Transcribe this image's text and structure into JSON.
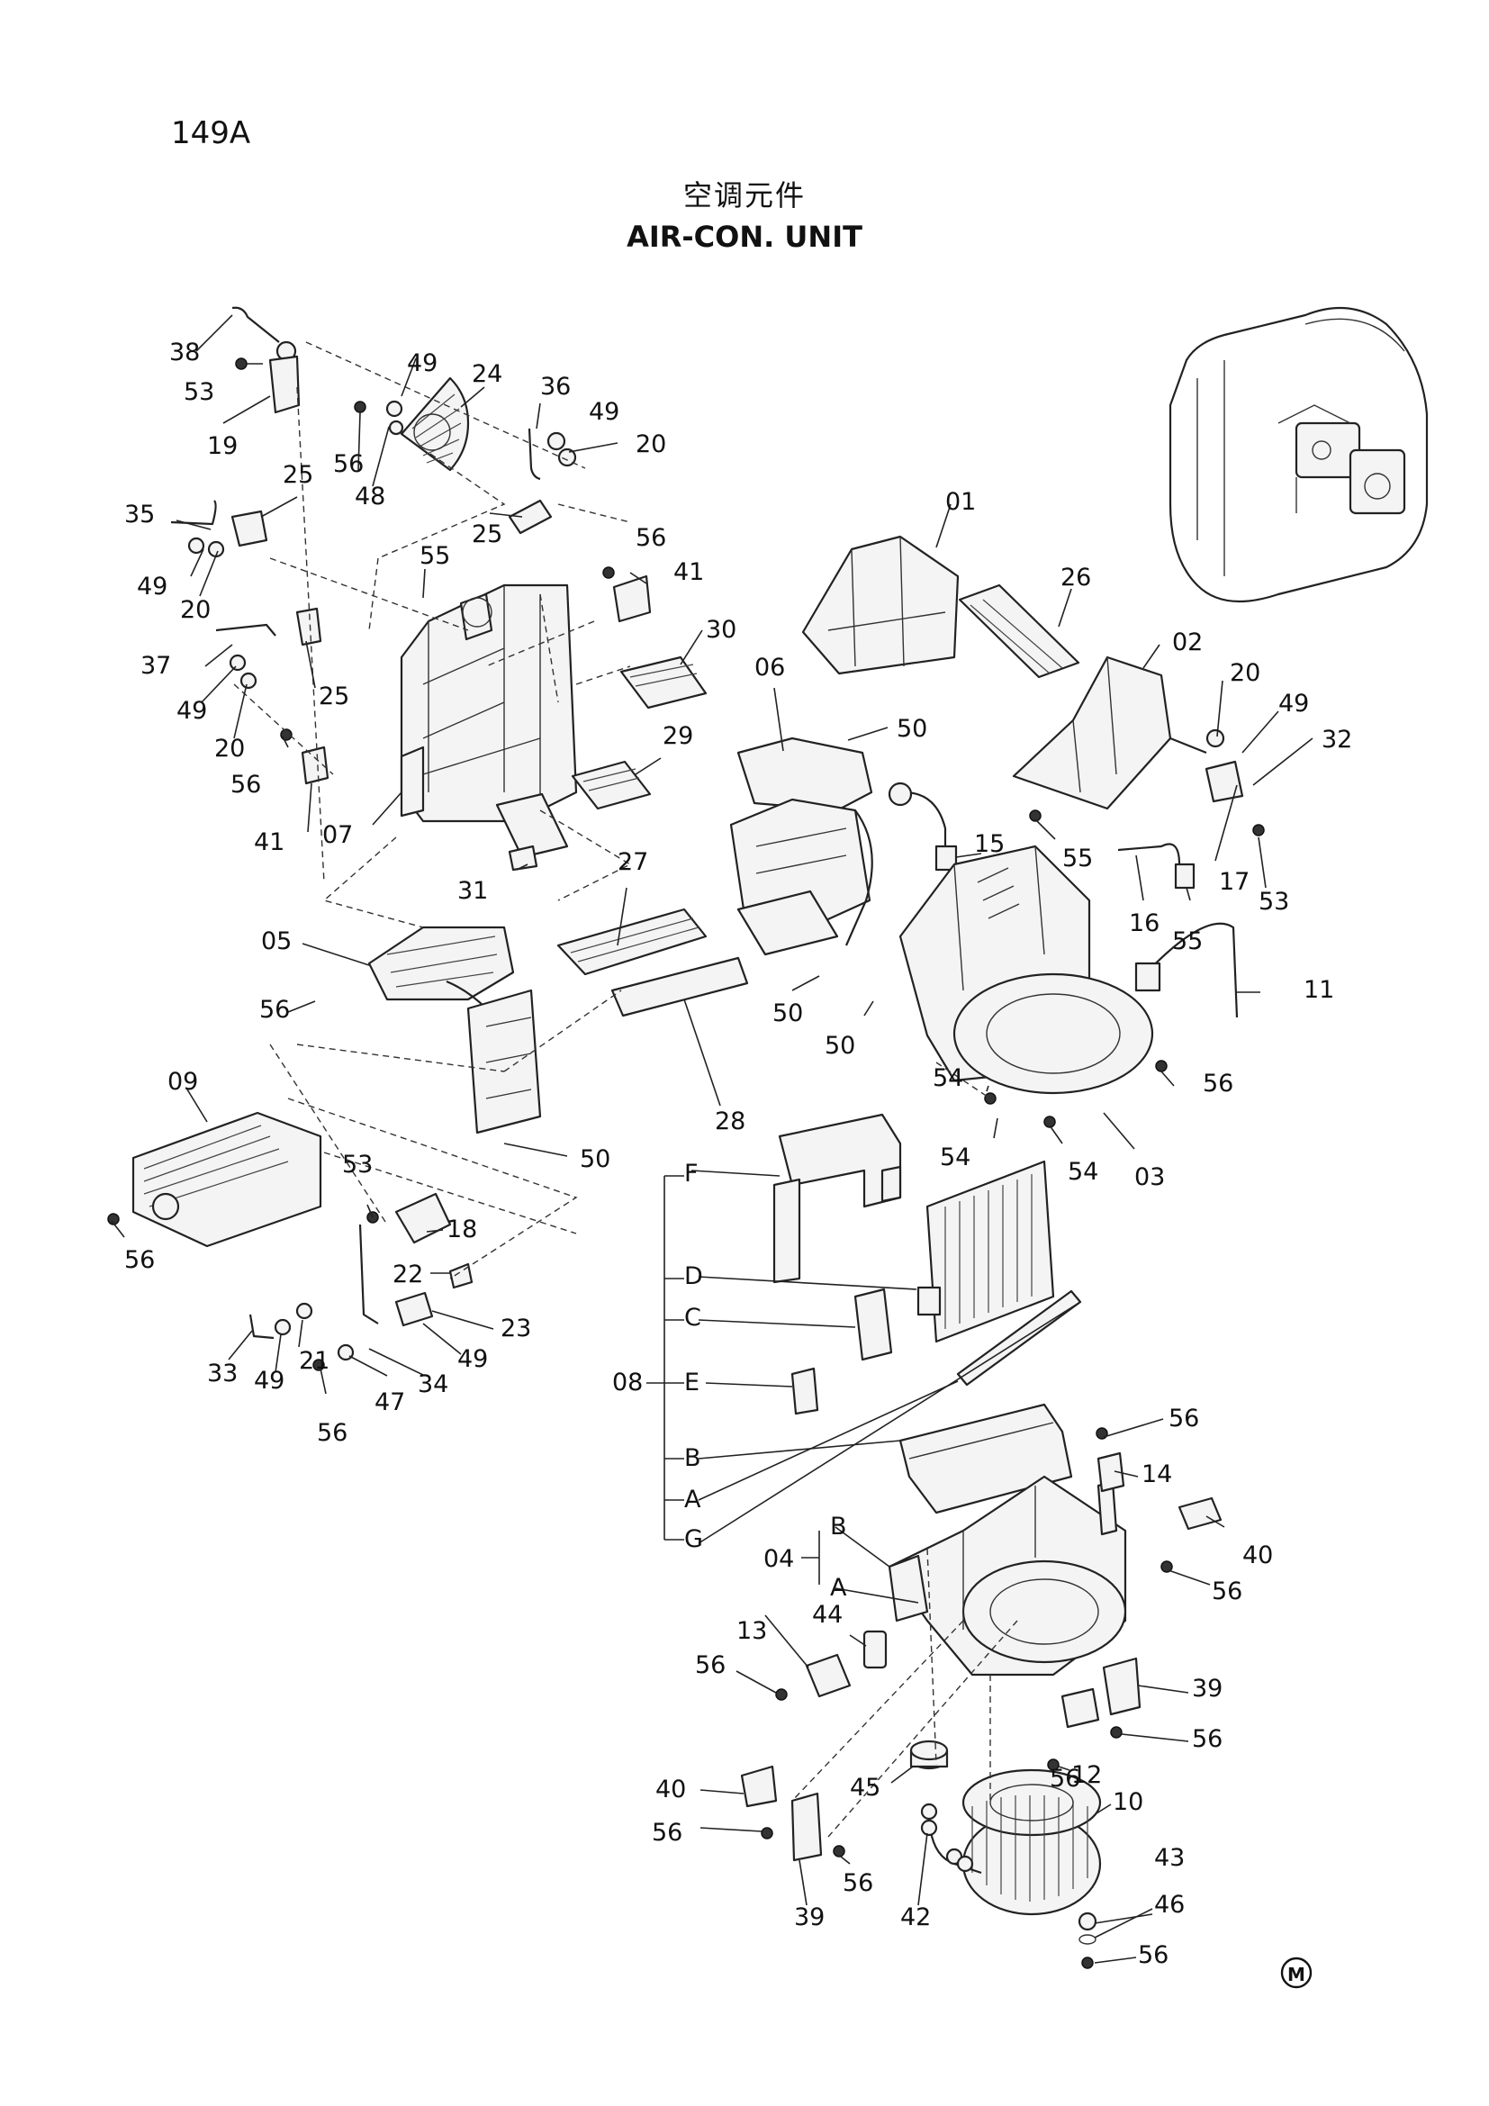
{
  "page": {
    "number": "149A"
  },
  "title": {
    "cn": "空调元件",
    "en": "AIR-CON. UNIT"
  },
  "brand_mark": "M",
  "callouts": [
    {
      "id": "c38a",
      "text": "38"
    },
    {
      "id": "c53a",
      "text": "53"
    },
    {
      "id": "c19",
      "text": "19"
    },
    {
      "id": "c49a",
      "text": "49"
    },
    {
      "id": "c24",
      "text": "24"
    },
    {
      "id": "c56a",
      "text": "56"
    },
    {
      "id": "c48",
      "text": "48"
    },
    {
      "id": "c36",
      "text": "36"
    },
    {
      "id": "c49b",
      "text": "49"
    },
    {
      "id": "c20a",
      "text": "20"
    },
    {
      "id": "c25a",
      "text": "25"
    },
    {
      "id": "c35",
      "text": "35"
    },
    {
      "id": "c49c",
      "text": "49"
    },
    {
      "id": "c20b",
      "text": "20"
    },
    {
      "id": "c25b",
      "text": "25"
    },
    {
      "id": "c55a",
      "text": "55"
    },
    {
      "id": "c56b",
      "text": "56"
    },
    {
      "id": "c41a",
      "text": "41"
    },
    {
      "id": "c37",
      "text": "37"
    },
    {
      "id": "c49d",
      "text": "49"
    },
    {
      "id": "c25c",
      "text": "25"
    },
    {
      "id": "c20c",
      "text": "20"
    },
    {
      "id": "c30",
      "text": "30"
    },
    {
      "id": "c56c",
      "text": "56"
    },
    {
      "id": "c41b",
      "text": "41"
    },
    {
      "id": "c07",
      "text": "07"
    },
    {
      "id": "c29",
      "text": "29"
    },
    {
      "id": "c06",
      "text": "06"
    },
    {
      "id": "c50a",
      "text": "50"
    },
    {
      "id": "c01",
      "text": "01"
    },
    {
      "id": "c26",
      "text": "26"
    },
    {
      "id": "c02",
      "text": "02"
    },
    {
      "id": "c20d",
      "text": "20"
    },
    {
      "id": "c49e",
      "text": "49"
    },
    {
      "id": "c32",
      "text": "32"
    },
    {
      "id": "c15",
      "text": "15"
    },
    {
      "id": "c55b",
      "text": "55"
    },
    {
      "id": "c16",
      "text": "16"
    },
    {
      "id": "c55c",
      "text": "55"
    },
    {
      "id": "c17",
      "text": "17"
    },
    {
      "id": "c53b",
      "text": "53"
    },
    {
      "id": "c31",
      "text": "31"
    },
    {
      "id": "c27",
      "text": "27"
    },
    {
      "id": "c05",
      "text": "05"
    },
    {
      "id": "c56d",
      "text": "56"
    },
    {
      "id": "c50b",
      "text": "50"
    },
    {
      "id": "c50c",
      "text": "50"
    },
    {
      "id": "c11",
      "text": "11"
    },
    {
      "id": "c09",
      "text": "09"
    },
    {
      "id": "c28",
      "text": "28"
    },
    {
      "id": "c54a",
      "text": "54"
    },
    {
      "id": "c56e",
      "text": "56"
    },
    {
      "id": "c54b",
      "text": "54"
    },
    {
      "id": "c54c",
      "text": "54"
    },
    {
      "id": "c03",
      "text": "03"
    },
    {
      "id": "c50d",
      "text": "50"
    },
    {
      "id": "c56f",
      "text": "56"
    },
    {
      "id": "c53c",
      "text": "53"
    },
    {
      "id": "c18",
      "text": "18"
    },
    {
      "id": "cF",
      "text": "F"
    },
    {
      "id": "c22",
      "text": "22"
    },
    {
      "id": "cD",
      "text": "D"
    },
    {
      "id": "cC",
      "text": "C"
    },
    {
      "id": "c23",
      "text": "23"
    },
    {
      "id": "c33",
      "text": "33"
    },
    {
      "id": "c49f",
      "text": "49"
    },
    {
      "id": "c21",
      "text": "21"
    },
    {
      "id": "c49g",
      "text": "49"
    },
    {
      "id": "c34",
      "text": "34"
    },
    {
      "id": "c47",
      "text": "47"
    },
    {
      "id": "c08",
      "text": "08"
    },
    {
      "id": "cE",
      "text": "E"
    },
    {
      "id": "c56g",
      "text": "56"
    },
    {
      "id": "cB1",
      "text": "B"
    },
    {
      "id": "cA1",
      "text": "A"
    },
    {
      "id": "cG",
      "text": "G"
    },
    {
      "id": "c56h",
      "text": "56"
    },
    {
      "id": "c14",
      "text": "14"
    },
    {
      "id": "c40a",
      "text": "40"
    },
    {
      "id": "c56i",
      "text": "56"
    },
    {
      "id": "c04",
      "text": "04"
    },
    {
      "id": "cB2",
      "text": "B"
    },
    {
      "id": "cA2",
      "text": "A"
    },
    {
      "id": "c44",
      "text": "44"
    },
    {
      "id": "c13",
      "text": "13"
    },
    {
      "id": "c56j",
      "text": "56"
    },
    {
      "id": "c39a",
      "text": "39"
    },
    {
      "id": "c56k",
      "text": "56"
    },
    {
      "id": "c12",
      "text": "12"
    },
    {
      "id": "c56l",
      "text": "56"
    },
    {
      "id": "c45",
      "text": "45"
    },
    {
      "id": "c40b",
      "text": "40"
    },
    {
      "id": "c10",
      "text": "10"
    },
    {
      "id": "c56m",
      "text": "56"
    },
    {
      "id": "c43",
      "text": "43"
    },
    {
      "id": "c46",
      "text": "46"
    },
    {
      "id": "c39b",
      "text": "39"
    },
    {
      "id": "c56n",
      "text": "56"
    },
    {
      "id": "c42",
      "text": "42"
    },
    {
      "id": "c56o",
      "text": "56"
    }
  ]
}
